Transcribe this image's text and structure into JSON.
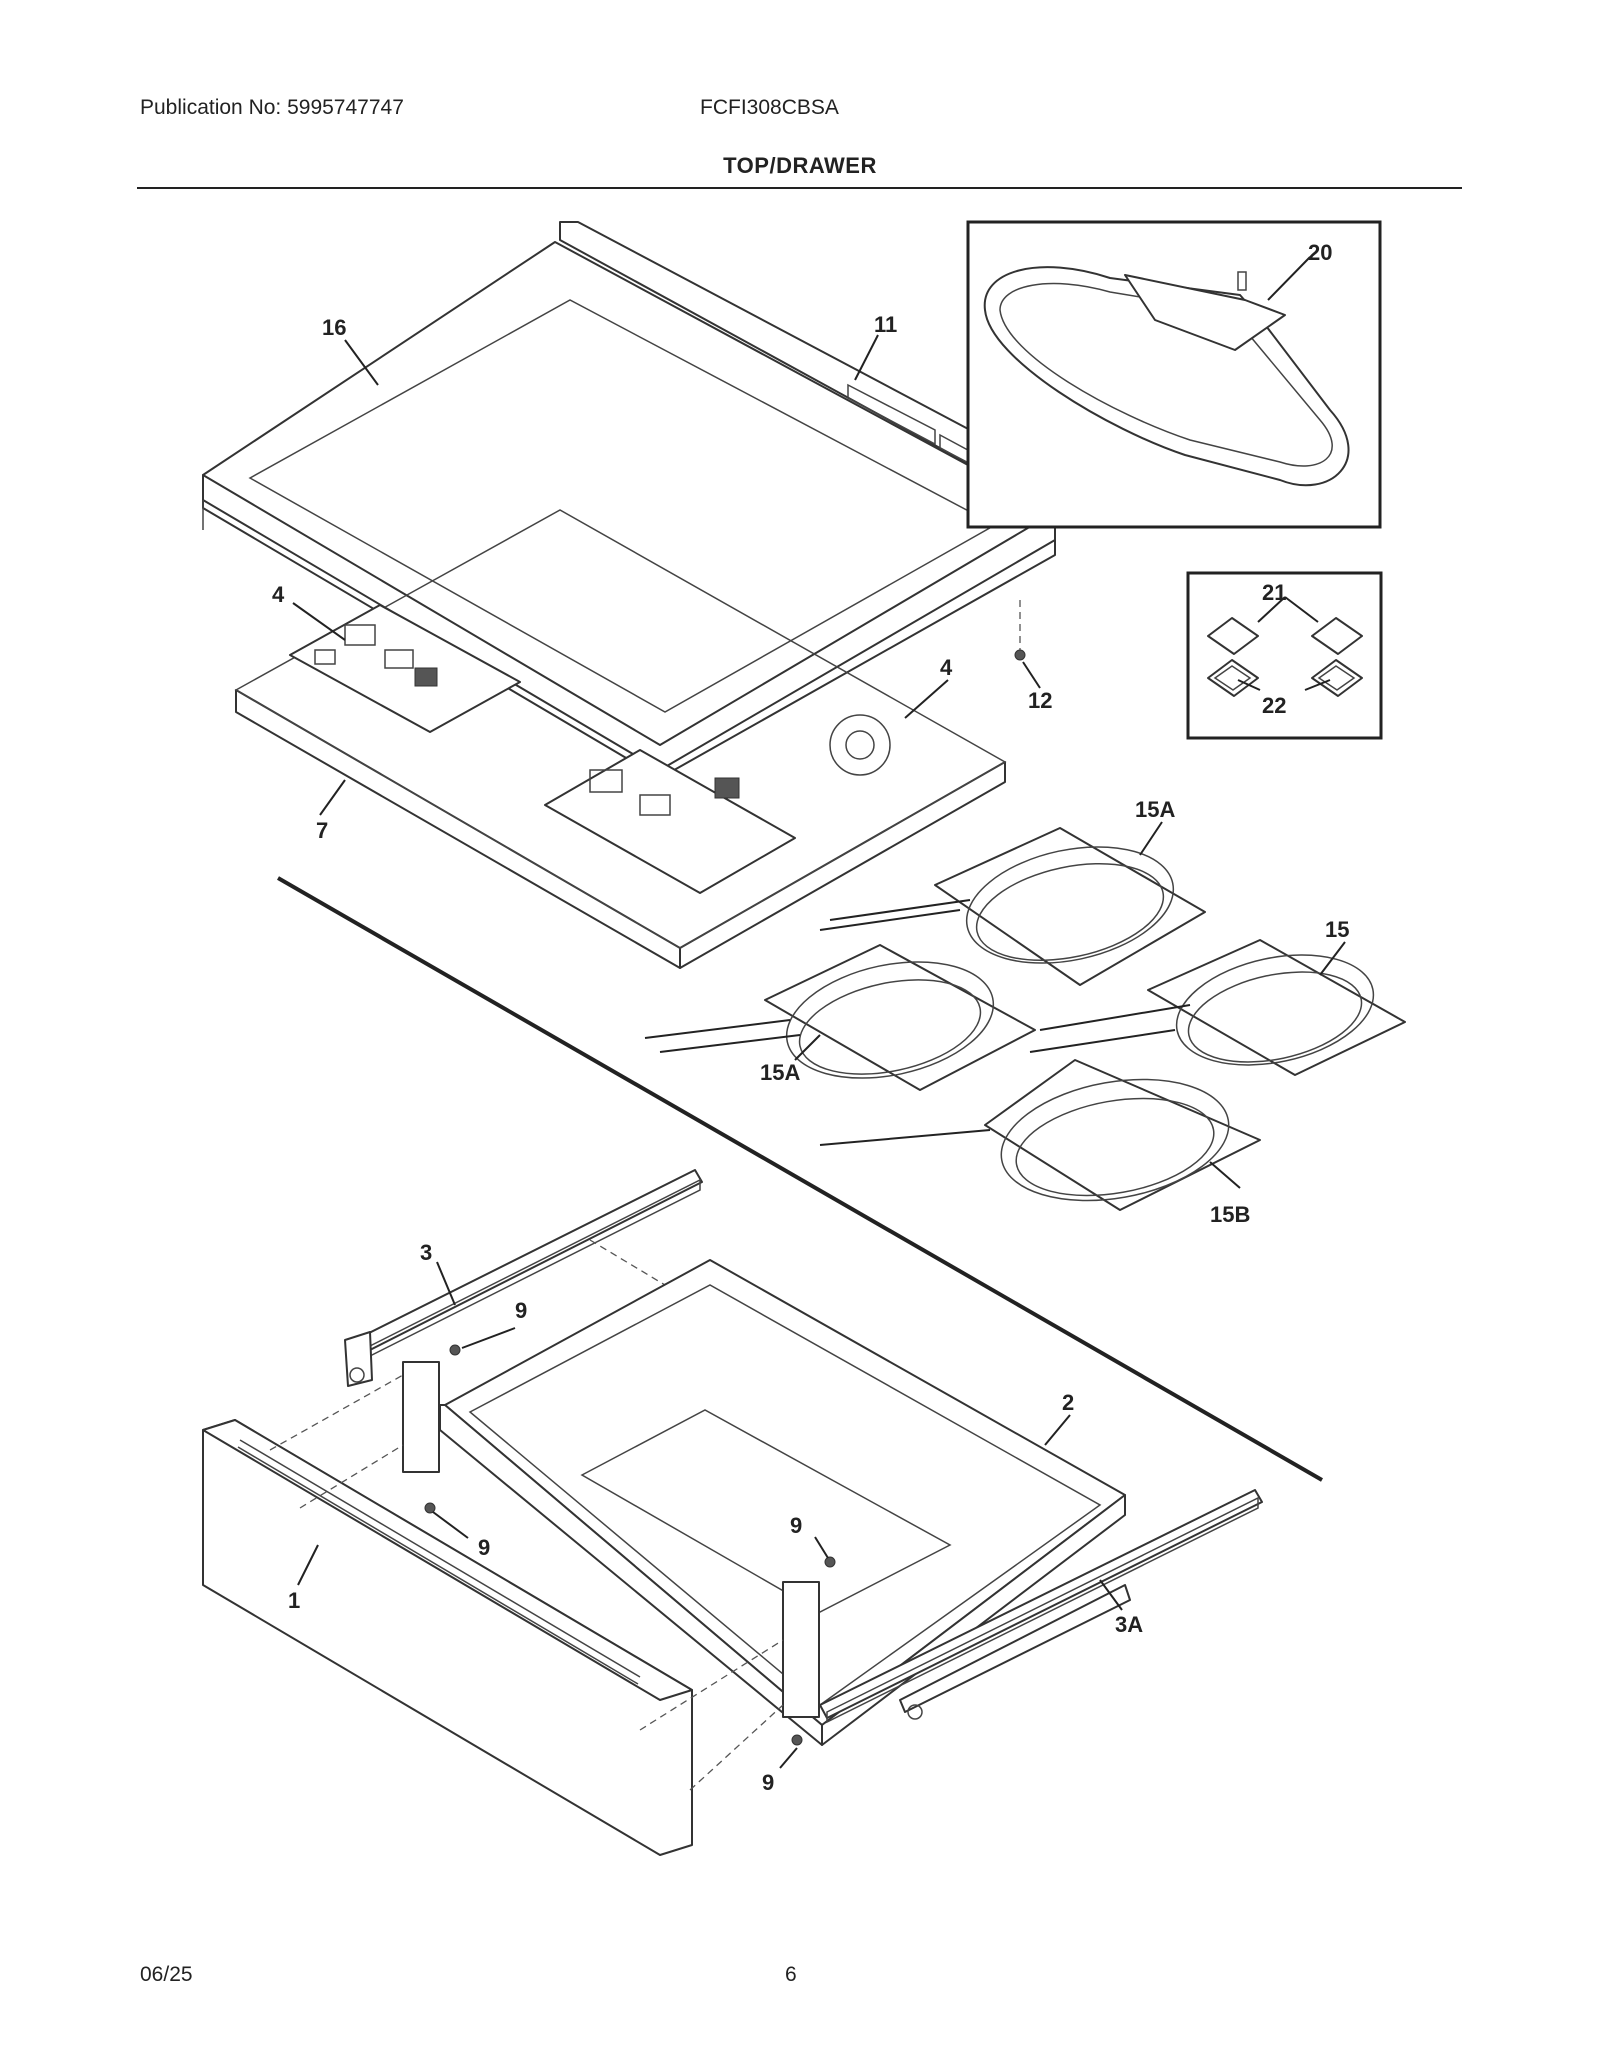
{
  "header": {
    "publication": "Publication No: 5995747747",
    "model": "FCFI308CBSA",
    "section_title": "TOP/DRAWER"
  },
  "footer": {
    "date": "06/25",
    "page_number": "6"
  },
  "callouts": {
    "c1": "1",
    "c2": "2",
    "c3": "3",
    "c3a": "3A",
    "c4a": "4",
    "c4b": "4",
    "c7": "7",
    "c9a": "9",
    "c9b": "9",
    "c9c": "9",
    "c9d": "9",
    "c11": "11",
    "c12": "12",
    "c15": "15",
    "c15a1": "15A",
    "c15a2": "15A",
    "c15b": "15B",
    "c16": "16",
    "c20": "20",
    "c21": "21",
    "c22": "22"
  }
}
